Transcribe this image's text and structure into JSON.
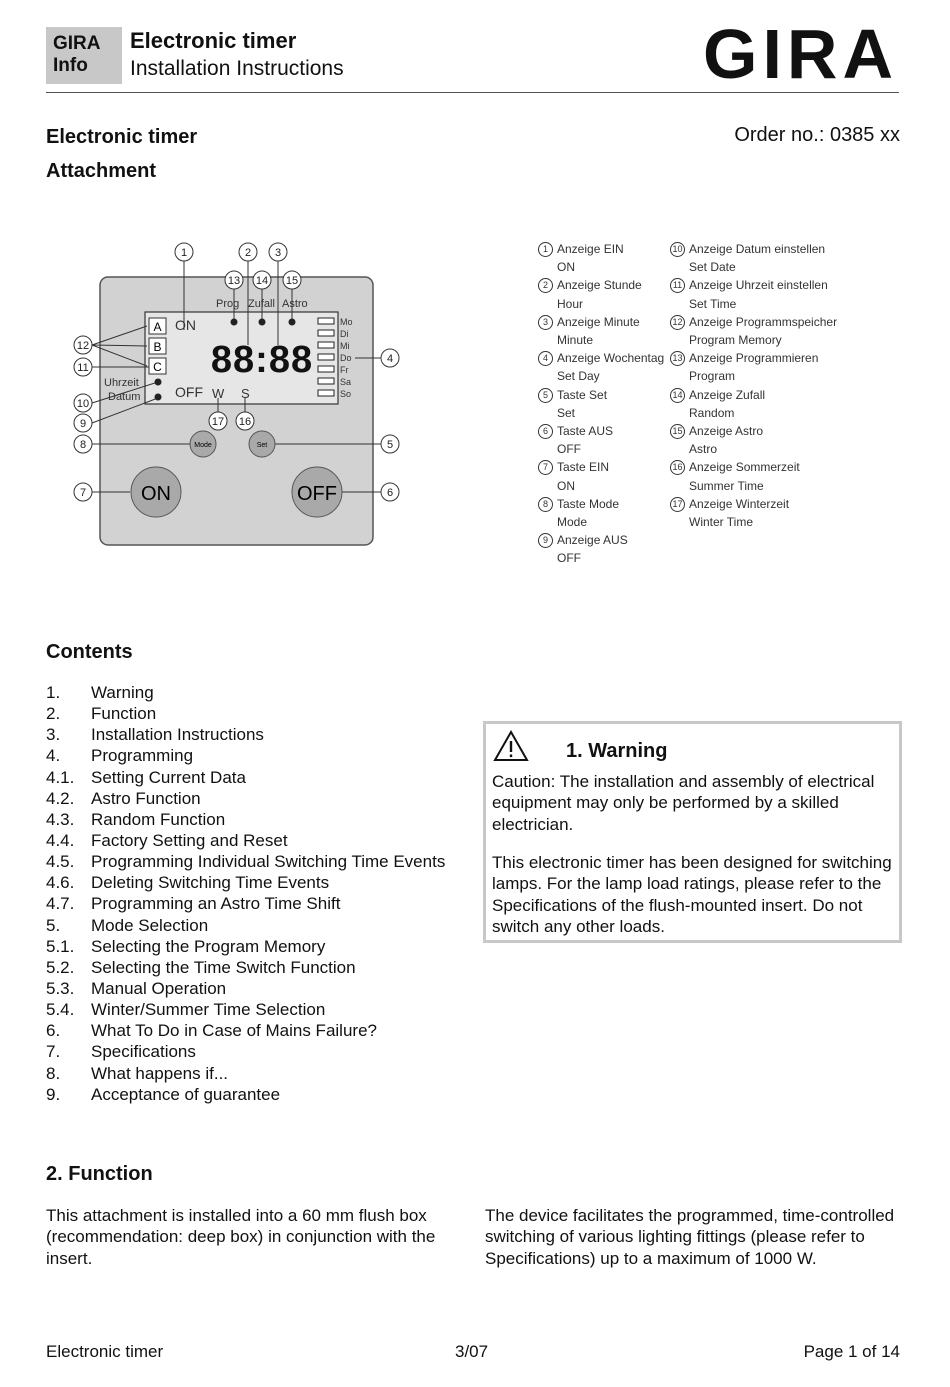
{
  "header": {
    "badge_line1": "GIRA",
    "badge_line2": "Info",
    "title": "Electronic timer",
    "subtitle": "Installation Instructions",
    "brand": "GIRA"
  },
  "main": {
    "title": "Electronic timer",
    "order_no": "Order no.: 0385 xx",
    "section_attachment": "Attachment"
  },
  "diagram": {
    "callouts": [
      "1",
      "2",
      "3",
      "4",
      "5",
      "6",
      "7",
      "8",
      "9",
      "10",
      "11",
      "12",
      "13",
      "14",
      "15",
      "16",
      "17"
    ],
    "labels": {
      "prog": "Prog",
      "zufall": "Zufall",
      "astro": "Astro",
      "on": "ON",
      "off": "OFF",
      "digits": "88:88",
      "a": "A",
      "b": "B",
      "c": "C",
      "uhrzeit": "Uhrzeit",
      "datum": "Datum",
      "w": "W",
      "s": "S",
      "mode_btn": "Mode",
      "set_btn": "Set",
      "on_btn": "ON",
      "off_btn": "OFF"
    },
    "days": [
      "Mo",
      "Di",
      "Mi",
      "Do",
      "Fr",
      "Sa",
      "So"
    ]
  },
  "legend": {
    "col1": [
      {
        "num": "1",
        "de": "Anzeige EIN",
        "en": "ON"
      },
      {
        "num": "2",
        "de": "Anzeige Stunde",
        "en": "Hour"
      },
      {
        "num": "3",
        "de": "Anzeige Minute",
        "en": "Minute"
      },
      {
        "num": "4",
        "de": "Anzeige Wochentag",
        "en": "Set Day"
      },
      {
        "num": "5",
        "de": "Taste Set",
        "en": "Set"
      },
      {
        "num": "6",
        "de": "Taste AUS",
        "en": "OFF"
      },
      {
        "num": "7",
        "de": "Taste EIN",
        "en": "ON"
      },
      {
        "num": "8",
        "de": "Taste Mode",
        "en": "Mode"
      },
      {
        "num": "9",
        "de": "Anzeige AUS",
        "en": "OFF"
      }
    ],
    "col2": [
      {
        "num": "10",
        "de": "Anzeige Datum einstellen",
        "en": "Set Date"
      },
      {
        "num": "11",
        "de": "Anzeige Uhrzeit einstellen",
        "en": "Set Time"
      },
      {
        "num": "12",
        "de": "Anzeige Programmspeicher",
        "en": "Program Memory"
      },
      {
        "num": "13",
        "de": "Anzeige Programmieren",
        "en": "Program"
      },
      {
        "num": "14",
        "de": "Anzeige Zufall",
        "en": "Random"
      },
      {
        "num": "15",
        "de": "Anzeige Astro",
        "en": "Astro"
      },
      {
        "num": "16",
        "de": "Anzeige Sommerzeit",
        "en": "Summer Time"
      },
      {
        "num": "17",
        "de": "Anzeige Winterzeit",
        "en": "Winter Time"
      }
    ]
  },
  "contents": {
    "title": "Contents",
    "items": [
      {
        "no": "1.",
        "text": "Warning"
      },
      {
        "no": "2.",
        "text": "Function"
      },
      {
        "no": "3.",
        "text": "Installation Instructions"
      },
      {
        "no": "4.",
        "text": "Programming"
      },
      {
        "no": "4.1.",
        "text": "Setting Current Data"
      },
      {
        "no": "4.2.",
        "text": "Astro Function"
      },
      {
        "no": "4.3.",
        "text": "Random Function"
      },
      {
        "no": "4.4.",
        "text": "Factory Setting and Reset"
      },
      {
        "no": "4.5.",
        "text": "Programming Individual Switching Time Events"
      },
      {
        "no": "4.6.",
        "text": "Deleting Switching Time Events"
      },
      {
        "no": "4.7.",
        "text": "Programming an Astro Time Shift"
      },
      {
        "no": "5.",
        "text": "Mode Selection"
      },
      {
        "no": "5.1.",
        "text": "Selecting the Program Memory"
      },
      {
        "no": "5.2.",
        "text": "Selecting the Time Switch Function"
      },
      {
        "no": "5.3.",
        "text": "Manual Operation"
      },
      {
        "no": "5.4.",
        "text": "Winter/Summer Time Selection"
      },
      {
        "no": "6.",
        "text": "What To Do in Case of Mains Failure?"
      },
      {
        "no": "7.",
        "text": "Specifications"
      },
      {
        "no": "8.",
        "text": "What happens if..."
      },
      {
        "no": "9.",
        "text": "Acceptance of guarantee"
      }
    ]
  },
  "warning": {
    "title": "1. Warning",
    "p1": "Caution: The installation and assembly of electrical equipment may only be performed by a skilled electrician.",
    "p2": "This electronic timer has been designed for switching lamps. For the lamp load ratings, please refer to the Specifications of the flush-mounted insert. Do not switch any other loads."
  },
  "function": {
    "title": "2. Function",
    "left": "This attachment is installed into a 60 mm flush box (recommendation: deep box) in conjunction with the insert.",
    "right": "The device facilitates the programmed, time-controlled switching of various lighting fittings (please refer to Specifications) up to a maximum of 1000 W."
  },
  "footer": {
    "left": "Electronic timer",
    "center": "3/07",
    "right": "Page 1 of 14"
  },
  "colors": {
    "panel": "#d2d2d2",
    "badge": "#c8c8c8",
    "button": "#a9a9a9"
  }
}
